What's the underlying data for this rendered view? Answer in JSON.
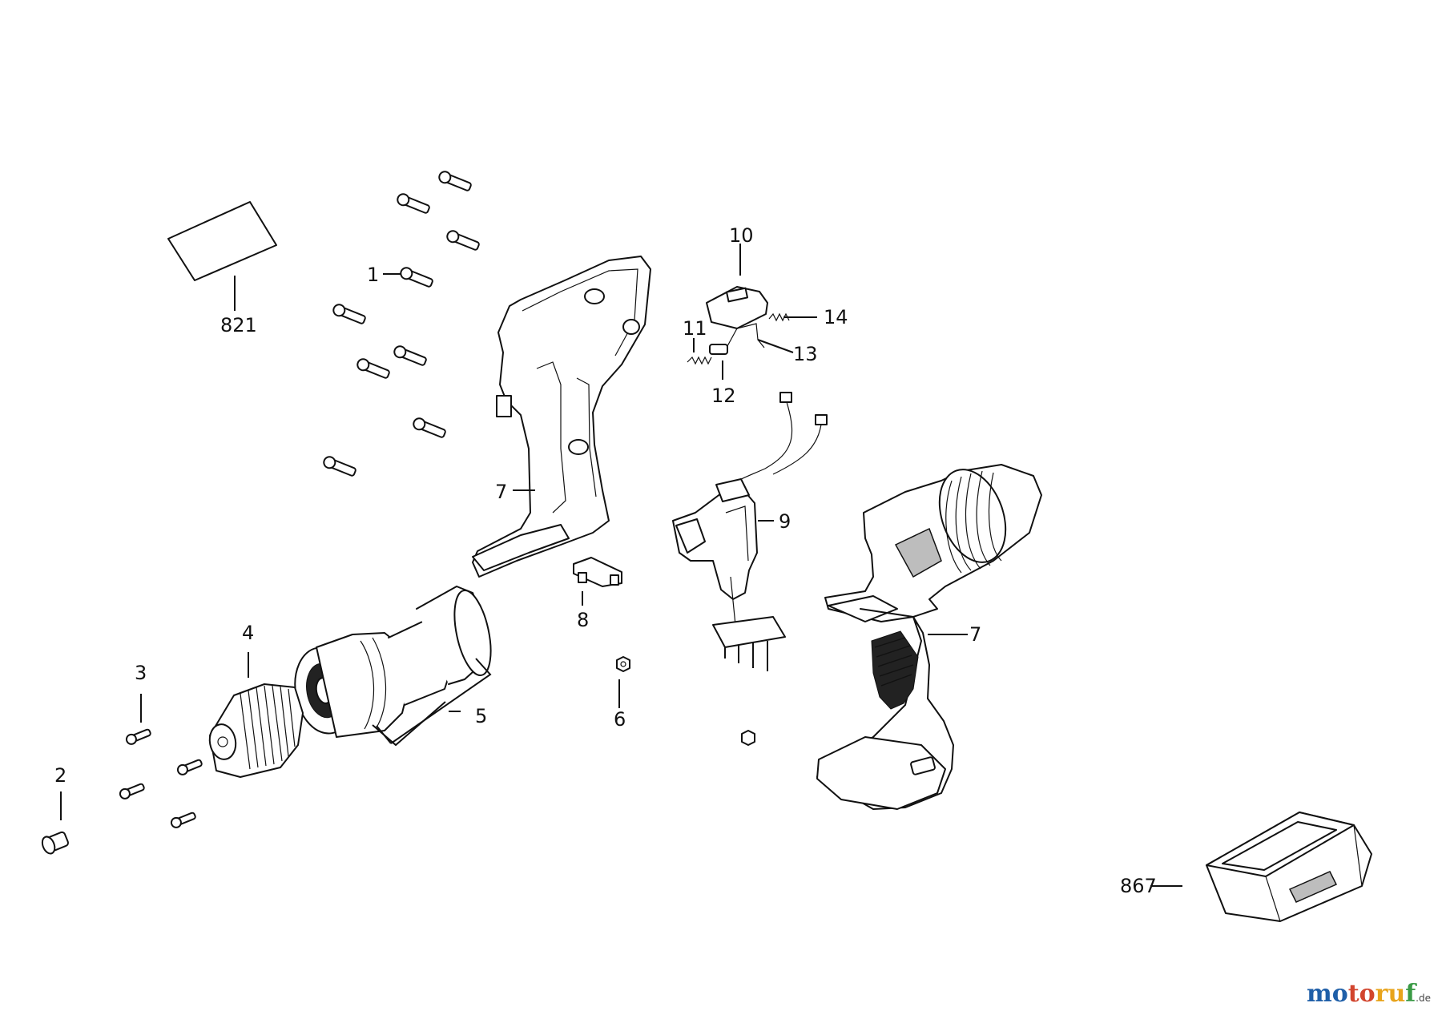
{
  "labels": {
    "p1": "1",
    "p2": "2",
    "p3": "3",
    "p4": "4",
    "p5": "5",
    "p6": "6",
    "p7a": "7",
    "p7b": "7",
    "p8": "8",
    "p9": "9",
    "p10": "10",
    "p11": "11",
    "p12": "12",
    "p13": "13",
    "p14": "14",
    "p821": "821",
    "p867": "867"
  },
  "watermark": {
    "part1": "mo",
    "part2": "to",
    "part3": "ru",
    "part4": "f",
    "suffix": ".de"
  }
}
